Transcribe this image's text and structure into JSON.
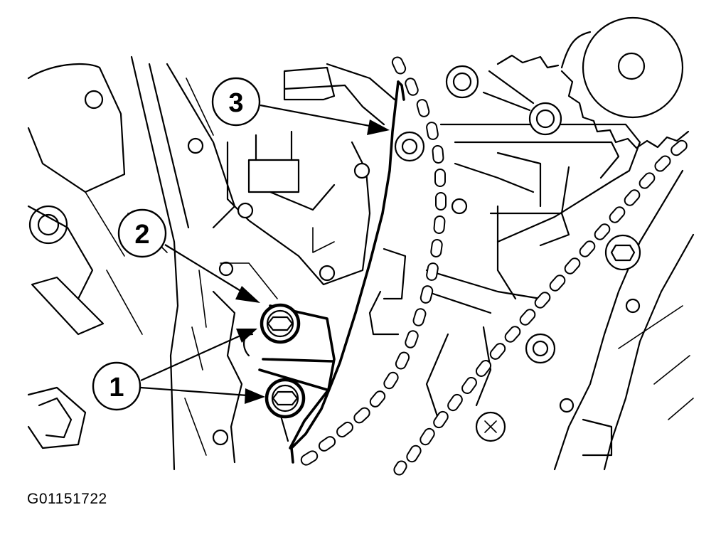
{
  "callouts": [
    {
      "label": "1"
    },
    {
      "label": "2"
    },
    {
      "label": "3"
    }
  ],
  "figure_id": "G01151722"
}
